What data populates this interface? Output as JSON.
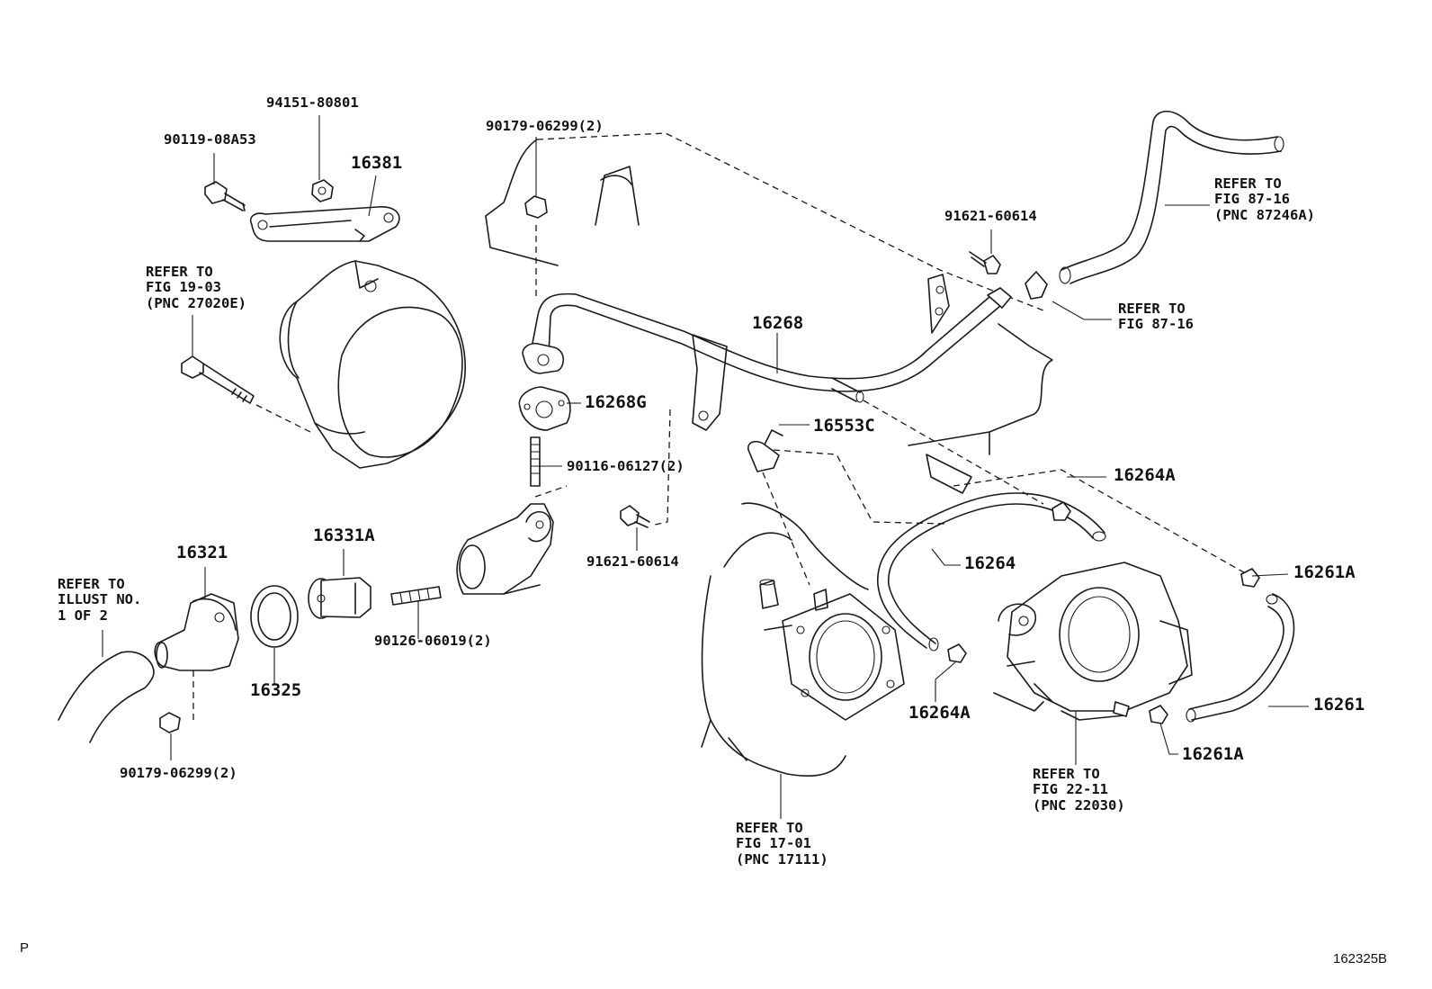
{
  "parts": {
    "p16381": "16381",
    "p94151_80801": "94151-80801",
    "p90119_08a53": "90119-08A53",
    "p90179_06299_top": "90179-06299(2)",
    "p16268": "16268",
    "p16268g": "16268G",
    "p90116_06127": "90116-06127(2)",
    "p16553c": "16553C",
    "p91621_60614_top": "91621-60614",
    "p91621_60614_mid": "91621-60614",
    "p16264a_top": "16264A",
    "p16264": "16264",
    "p16264a_bottom": "16264A",
    "p16261a_top": "16261A",
    "p16261": "16261",
    "p16261a_bottom": "16261A",
    "p16321": "16321",
    "p16331a": "16331A",
    "p16325": "16325",
    "p90126_06019": "90126-06019(2)",
    "p90179_06299_bottom": "90179-06299(2)"
  },
  "references": {
    "fig19_03": "REFER TO\nFIG 19-03\n(PNC 27020E)",
    "fig87_16_pnc": "REFER TO\nFIG 87-16\n(PNC 87246A)",
    "fig87_16": "REFER TO\nFIG 87-16",
    "illust_no": "REFER TO\nILLUST NO.\n1 OF 2",
    "fig17_01": "REFER TO\nFIG 17-01\n(PNC 17111)",
    "fig22_11": "REFER TO\nFIG 22-11\n(PNC 22030)"
  },
  "corner": {
    "left_mark": "P",
    "illustration_id": "162325B"
  }
}
